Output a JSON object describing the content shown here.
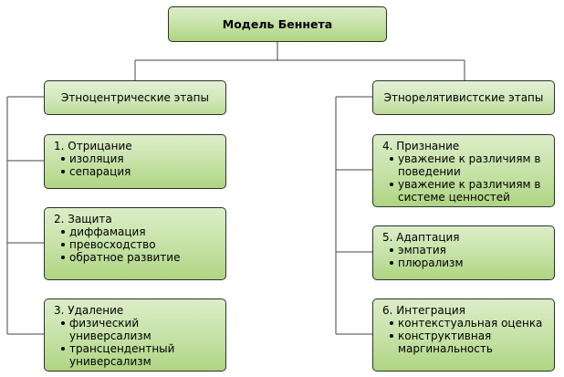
{
  "root": {
    "title": "Модель Беннета"
  },
  "branches": [
    {
      "title": "Этноцентрические этапы",
      "stages": [
        {
          "title": "1. Отрицание",
          "items": [
            "изоляция",
            "сепарация"
          ]
        },
        {
          "title": "2. Защита",
          "items": [
            "диффамация",
            "превосходство",
            "обратное развитие"
          ]
        },
        {
          "title": "3. Удаление",
          "items": [
            "физический универсализм",
            "трансцендентный универсализм"
          ]
        }
      ]
    },
    {
      "title": "Этнорелятивистские этапы",
      "stages": [
        {
          "title": "4. Признание",
          "items": [
            "уважение к различиям в поведении",
            "уважение к различиям в системе ценностей"
          ]
        },
        {
          "title": "5. Адаптация",
          "items": [
            "эмпатия",
            "плюрализм"
          ]
        },
        {
          "title": "6. Интеграция",
          "items": [
            "контекстуальная оценка",
            "конструктивная маргинальность"
          ]
        }
      ]
    }
  ]
}
